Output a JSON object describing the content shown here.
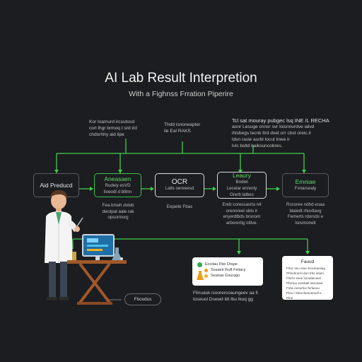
{
  "title": "AI Lab Result Interpretion",
  "subtitle": "With a Fighnss Frration Piperire",
  "notes": {
    "left": [
      "Kor loamurd ircsutosd",
      "corl lhgr brmoq t srd ird",
      "chdorhhy aid lipe"
    ],
    "middle": [
      "Thdd isnoneapter",
      "ile Eal RAKS"
    ],
    "right": [
      "Tcl sat mouray pubgec lsq INE /L RECHA",
      "aonr Lesuge cnnsr svr loisnnurdve ialvd",
      "ihlsbegs lecnk ltrd dvet orr cbst oreic.lr",
      "ldsn rasie aurbl tocut lnwe lr",
      "lvic bsltd baiksuncobres."
    ]
  },
  "stages": [
    {
      "name": "Aid Preducd",
      "sub": []
    },
    {
      "name": "Aneasaen",
      "sub": [
        "Rudeiy esVD",
        "lioeodl d bllinn"
      ]
    },
    {
      "name": "OCR",
      "sub": [
        "Latls oereeesd"
      ]
    },
    {
      "name": "Leaury",
      "sub": [
        "Bodiel",
        "Lecelar enrenty",
        "Grerb lalbes"
      ]
    },
    {
      "name": "Emniae",
      "sub": [
        "Fsnarsealy"
      ]
    }
  ],
  "captions": [
    [
      "Fea bmeh doleb",
      "dwolpat aale rak",
      "opsorniorg"
    ],
    [
      "Eepeite Fbas"
    ],
    [
      "Ereb coressavrla n4",
      "orenoreel oblu ir",
      "enyerdlbds brsnorn",
      "arborertig otilve."
    ],
    [
      "Rccoree ndhd enaa",
      "blaiedt rhuvtiavg",
      "Femerts rdorsds e",
      "lsnvinonelt"
    ]
  ],
  "summary_card": {
    "items": [
      {
        "label": "Eccdau Fbe Drape",
        "icon": "check-icon",
        "color": "#2fa84a"
      },
      {
        "label": "Sosaeir lhuft Feliacy",
        "icon": "shield-icon",
        "color": "#f29a1b"
      },
      {
        "label": "Seanas Gsurago",
        "icon": "stethoscope-icon",
        "color": "#f2b01b"
      }
    ]
  },
  "report_card": {
    "title": "Fauud",
    "lines": [
      "Flruc ssu ntue srocetaeiiag",
      "Phhuhrarnt dun trbs ielanl",
      "Flnrre seee lnrvatieceiel",
      "Pbrrtuu eulnbatl ssscaeai",
      "Fotw eesurtiur ferlanuu",
      "Plou l Sbreclersoemeil e",
      "Plne"
    ]
  },
  "bottom_note": [
    "Flinuask isoorercoaungeev aa fi",
    "toseuol Dsewd ldt Ibu lkuq gg"
  ],
  "pill_label": "Fbcedus",
  "colors": {
    "accent": "#38c24a",
    "background": "#1c1d20",
    "box_border": "#d9d9d9"
  }
}
